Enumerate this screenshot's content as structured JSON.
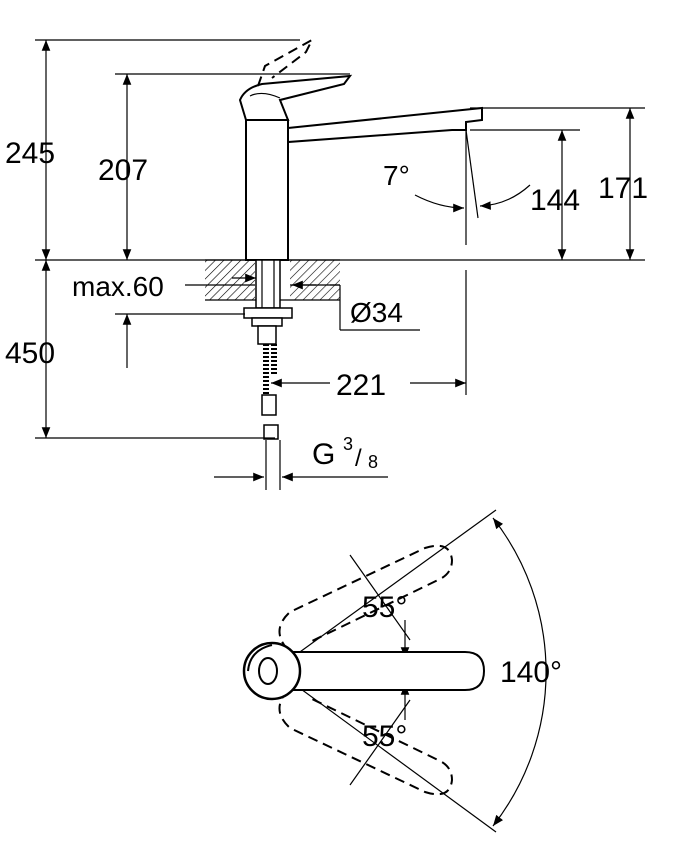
{
  "drawing": {
    "labels": {
      "total_height": "245",
      "body_height": "207",
      "max_thickness": "max.60",
      "hole_diameter": "Ø34",
      "hose_length": "450",
      "spout_height": "171",
      "spout_clearance": "144",
      "spout_angle": "7°",
      "spout_reach": "221",
      "connection_g": "G",
      "connection_num": "3",
      "connection_den": "8",
      "handle_angle_up": "55°",
      "handle_angle_down": "55°",
      "swivel_range": "140°"
    }
  }
}
